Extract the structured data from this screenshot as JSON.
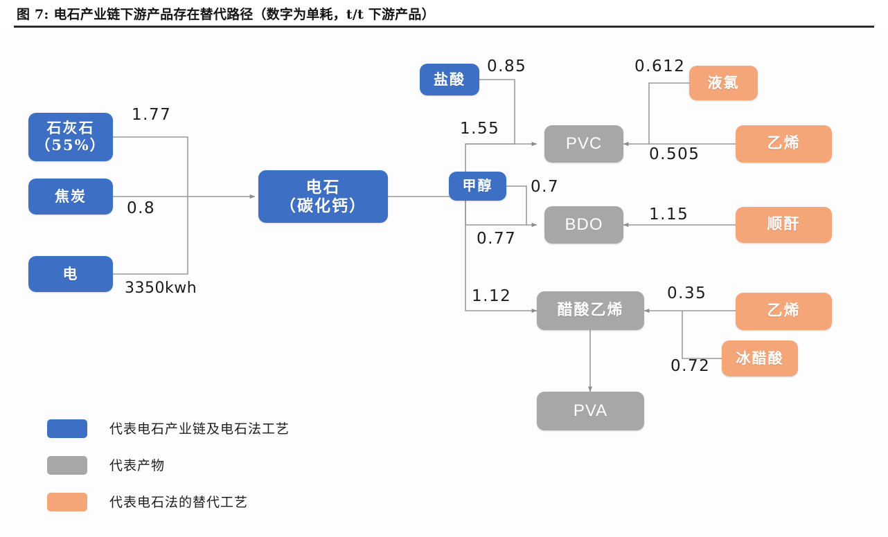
{
  "header": {
    "title": "图 7: 电石产业链下游产品存在替代路径（数字为单耗，t/t 下游产品）"
  },
  "nodes": {
    "limestone": {
      "label": "石灰石",
      "sublabel": "（55%）",
      "color": "#3d70c4",
      "kind": "blue"
    },
    "coke": {
      "label": "焦炭",
      "color": "#3d70c4",
      "kind": "blue"
    },
    "electricity": {
      "label": "电",
      "color": "#3d70c4",
      "kind": "blue"
    },
    "carbide": {
      "label": "电石",
      "sublabel": "（碳化钙）",
      "color": "#3d70c4",
      "kind": "blue"
    },
    "hcl": {
      "label": "盐酸",
      "color": "#3d70c4",
      "kind": "blue"
    },
    "methanol": {
      "label": "甲醇",
      "color": "#3d70c4",
      "kind": "blue"
    },
    "pvc": {
      "label": "PVC",
      "color": "#a7a7a7",
      "kind": "gray"
    },
    "bdo": {
      "label": "BDO",
      "color": "#a7a7a7",
      "kind": "gray"
    },
    "vac": {
      "label": "醋酸乙烯",
      "color": "#a7a7a7",
      "kind": "gray"
    },
    "pva": {
      "label": "PVA",
      "color": "#a7a7a7",
      "kind": "gray"
    },
    "liquid_chlorine": {
      "label": "液氯",
      "color": "#f4a679",
      "kind": "orange"
    },
    "ethylene_pvc": {
      "label": "乙烯",
      "color": "#f4a679",
      "kind": "orange"
    },
    "maleic_anhydride": {
      "label": "顺酐",
      "color": "#f4a679",
      "kind": "orange"
    },
    "ethylene_vac": {
      "label": "乙烯",
      "color": "#f4a679",
      "kind": "orange"
    },
    "glacial_acetic": {
      "label": "冰醋酸",
      "color": "#f4a679",
      "kind": "orange"
    }
  },
  "edges": {
    "limestone_to_carbide": "1.77",
    "coke_to_carbide": "0.8",
    "electricity_to_carbide": "3350kwh",
    "hcl_to_pvc": "0.85",
    "carbide_to_pvc": "1.55",
    "chlorine_to_pvc": "0.612",
    "ethylene_to_pvc": "0.505",
    "methanol_to_bdo": "0.7",
    "carbide_to_bdo": "0.77",
    "maleic_to_bdo": "1.15",
    "carbide_to_vac": "1.12",
    "ethylene_to_vac": "0.35",
    "acetic_to_vac": "0.72"
  },
  "legend": {
    "items": [
      {
        "color": "#3d70c4",
        "text": "代表电石产业链及电石法工艺"
      },
      {
        "color": "#a7a7a7",
        "text": "代表产物"
      },
      {
        "color": "#f4a679",
        "text": "代表电石法的替代工艺"
      }
    ]
  },
  "chart_data": {
    "type": "diagram",
    "title": "图 7: 电石产业链下游产品存在替代路径（数字为单耗，t/t 下游产品）",
    "unit_note": "数字为单耗，t/t 下游产品",
    "nodes": [
      {
        "id": "limestone",
        "label": "石灰石（55%）",
        "category": "carbide-chain"
      },
      {
        "id": "coke",
        "label": "焦炭",
        "category": "carbide-chain"
      },
      {
        "id": "electricity",
        "label": "电",
        "category": "carbide-chain"
      },
      {
        "id": "carbide",
        "label": "电石（碳化钙）",
        "category": "carbide-chain"
      },
      {
        "id": "hcl",
        "label": "盐酸",
        "category": "carbide-chain"
      },
      {
        "id": "methanol",
        "label": "甲醇",
        "category": "carbide-chain"
      },
      {
        "id": "pvc",
        "label": "PVC",
        "category": "product"
      },
      {
        "id": "bdo",
        "label": "BDO",
        "category": "product"
      },
      {
        "id": "vac",
        "label": "醋酸乙烯",
        "category": "product"
      },
      {
        "id": "pva",
        "label": "PVA",
        "category": "product"
      },
      {
        "id": "liquid_chlorine",
        "label": "液氯",
        "category": "alternative"
      },
      {
        "id": "ethylene_pvc",
        "label": "乙烯",
        "category": "alternative"
      },
      {
        "id": "maleic_anhydride",
        "label": "顺酐",
        "category": "alternative"
      },
      {
        "id": "ethylene_vac",
        "label": "乙烯",
        "category": "alternative"
      },
      {
        "id": "glacial_acetic",
        "label": "冰醋酸",
        "category": "alternative"
      }
    ],
    "links": [
      {
        "from": "limestone",
        "to": "carbide",
        "value": 1.77,
        "label": "1.77"
      },
      {
        "from": "coke",
        "to": "carbide",
        "value": 0.8,
        "label": "0.8"
      },
      {
        "from": "electricity",
        "to": "carbide",
        "value": 3350,
        "label": "3350kwh"
      },
      {
        "from": "hcl",
        "to": "pvc",
        "value": 0.85,
        "label": "0.85"
      },
      {
        "from": "carbide",
        "to": "pvc",
        "value": 1.55,
        "label": "1.55"
      },
      {
        "from": "liquid_chlorine",
        "to": "pvc",
        "value": 0.612,
        "label": "0.612"
      },
      {
        "from": "ethylene_pvc",
        "to": "pvc",
        "value": 0.505,
        "label": "0.505"
      },
      {
        "from": "methanol",
        "to": "bdo",
        "value": 0.7,
        "label": "0.7"
      },
      {
        "from": "carbide",
        "to": "bdo",
        "value": 0.77,
        "label": "0.77"
      },
      {
        "from": "maleic_anhydride",
        "to": "bdo",
        "value": 1.15,
        "label": "1.15"
      },
      {
        "from": "carbide",
        "to": "vac",
        "value": 1.12,
        "label": "1.12"
      },
      {
        "from": "ethylene_vac",
        "to": "vac",
        "value": 0.35,
        "label": "0.35"
      },
      {
        "from": "glacial_acetic",
        "to": "vac",
        "value": 0.72,
        "label": "0.72"
      },
      {
        "from": "vac",
        "to": "pva",
        "value": null,
        "label": ""
      }
    ],
    "legend": [
      {
        "color": "#3d70c4",
        "text": "代表电石产业链及电石法工艺"
      },
      {
        "color": "#a7a7a7",
        "text": "代表产物"
      },
      {
        "color": "#f4a679",
        "text": "代表电石法的替代工艺"
      }
    ]
  }
}
